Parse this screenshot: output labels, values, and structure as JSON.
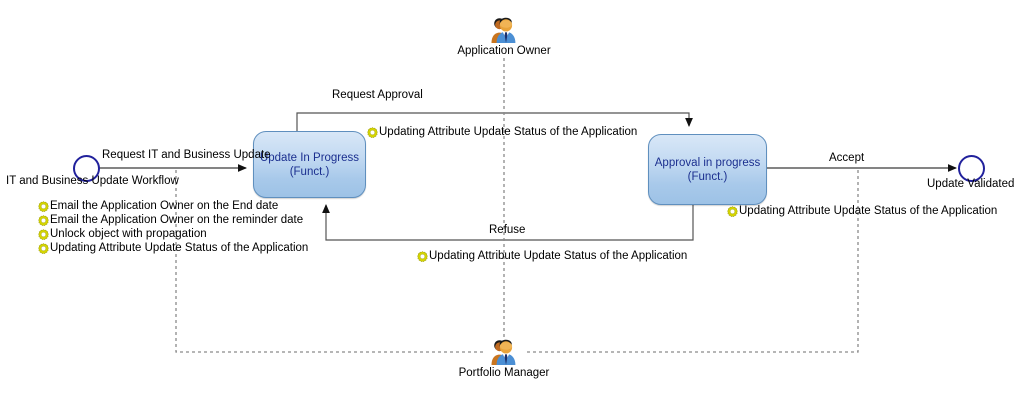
{
  "diagram": {
    "title": "IT and Business Update Workflow",
    "type": "bpmn-workflow",
    "colors": {
      "event_stroke": "#21219c",
      "activity_fill_top": "#d8e7f7",
      "activity_fill_bottom": "#9dc2e6",
      "activity_stroke": "#5f8fbe",
      "activity_text": "#1b2f8f",
      "connector": "#4d4d4d",
      "dashed_connector": "#808080",
      "gear_icon": "#d4d400"
    }
  },
  "events": {
    "start": {
      "name": "start-event",
      "label": "IT and Business Update Workflow",
      "icon": "start-event-circle"
    },
    "end": {
      "name": "end-event",
      "label": "Update Validated",
      "icon": "end-event-circle"
    }
  },
  "activities": [
    {
      "id": "update-in-progress",
      "title": "Update In Progress",
      "subtitle": "(Funct.)"
    },
    {
      "id": "approval-in-progress",
      "title": "Approval in progress",
      "subtitle": "(Funct.)"
    }
  ],
  "flows": [
    {
      "id": "request-update",
      "label": "Request IT and Business Update"
    },
    {
      "id": "request-approval",
      "label": "Request Approval"
    },
    {
      "id": "accept",
      "label": "Accept"
    },
    {
      "id": "refuse",
      "label": "Refuse"
    }
  ],
  "actions": {
    "start_group": [
      "Email the Application Owner on the End date",
      "Email the Application Owner on the reminder date",
      "Unlock object with propagation",
      "Updating Attribute Update Status of the Application"
    ],
    "request_approval": "Updating Attribute Update Status of the Application",
    "accept": "Updating Attribute Update Status of the Application",
    "refuse": "Updating Attribute Update Status of the Application"
  },
  "roles": [
    {
      "id": "application-owner",
      "label": "Application Owner",
      "icon": "users-group-icon"
    },
    {
      "id": "portfolio-manager",
      "label": "Portfolio Manager",
      "icon": "users-group-icon"
    }
  ]
}
